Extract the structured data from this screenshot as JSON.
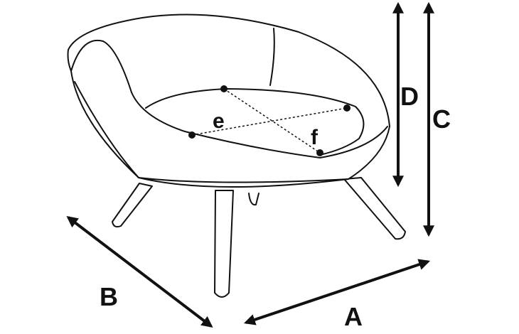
{
  "diagram": {
    "labels": {
      "A": "A",
      "B": "B",
      "C": "C",
      "D": "D",
      "e": "e",
      "f": "f"
    },
    "colors": {
      "line": "#111111",
      "background": "#ffffff"
    }
  }
}
